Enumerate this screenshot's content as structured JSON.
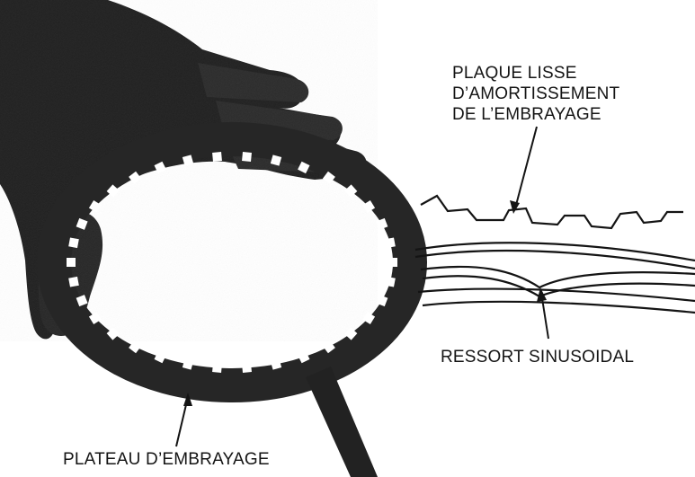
{
  "labels": {
    "plaque_line1": "PLAQUE LISSE",
    "plaque_line2": "D’AMORTISSEMENT",
    "plaque_line3": "DE L’EMBRAYAGE",
    "ressort": "RESSORT SINUSOIDAL",
    "plateau": "PLATEAU D’EMBRAYAGE"
  },
  "colors": {
    "ink": "#141414",
    "plate": "#262626",
    "glove": "#1f1f1f"
  }
}
